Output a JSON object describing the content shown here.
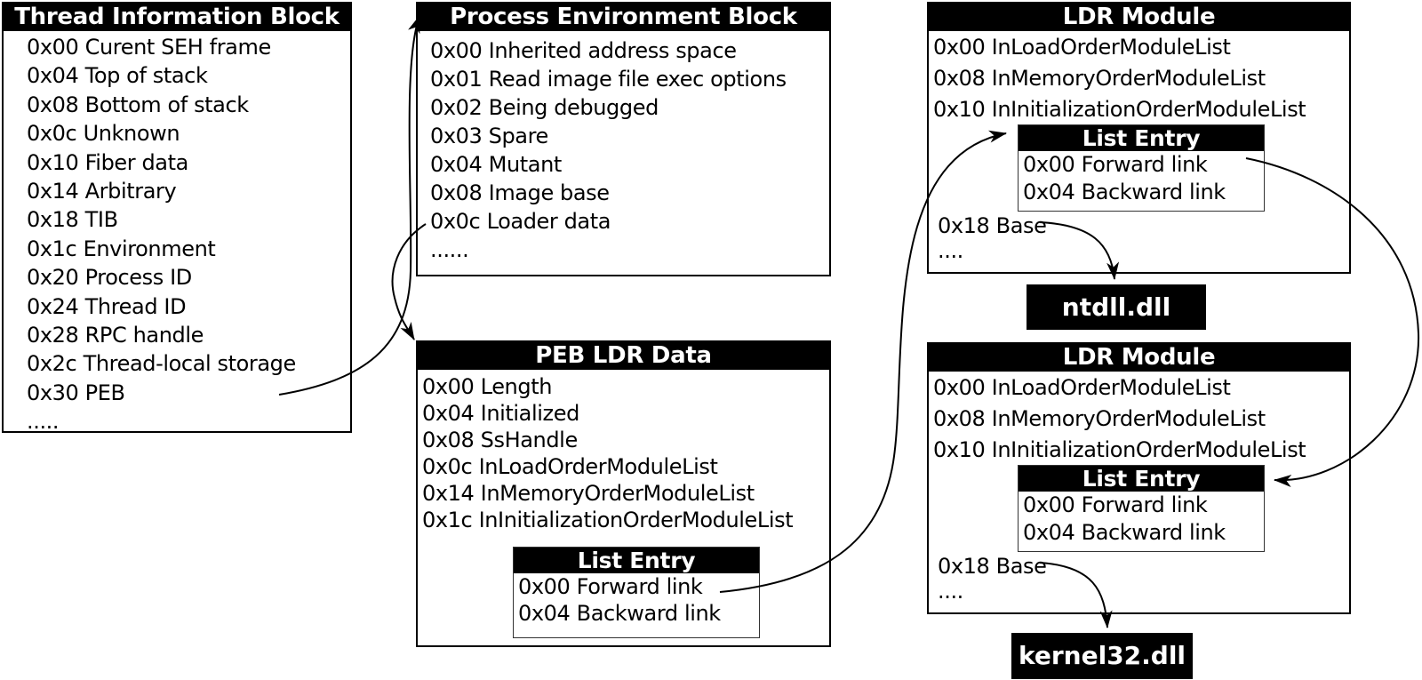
{
  "boxes": {
    "tib": {
      "title": "Thread Information Block",
      "items": [
        "0x00 Curent SEH frame",
        "0x04 Top of stack",
        "0x08 Bottom of stack",
        "0x0c Unknown",
        "0x10 Fiber data",
        "0x14 Arbitrary",
        "0x18 TIB",
        "0x1c Environment",
        "0x20 Process ID",
        "0x24 Thread ID",
        "0x28 RPC handle",
        "0x2c Thread-local storage",
        "0x30 PEB"
      ],
      "ellipsis": "....."
    },
    "peb": {
      "title": "Process Environment Block",
      "items": [
        "0x00 Inherited address space",
        "0x01 Read image file exec options",
        "0x02 Being debugged",
        "0x03 Spare",
        "0x04 Mutant",
        "0x08 Image base",
        "0x0c Loader data"
      ],
      "ellipsis": "......"
    },
    "peb_ldr": {
      "title": "PEB LDR Data",
      "items": [
        "0x00 Length",
        "0x04 Initialized",
        "0x08 SsHandle",
        "0x0c InLoadOrderModuleList",
        "0x14 InMemoryOrderModuleList",
        "0x1c InInitializationOrderModuleList"
      ],
      "list_entry": {
        "title": "List Entry",
        "items": [
          "0x00 Forward link",
          "0x04 Backward link"
        ]
      }
    },
    "ldr_module_1": {
      "title": "LDR Module",
      "items": [
        "0x00 InLoadOrderModuleList",
        "0x08 InMemoryOrderModuleList",
        "0x10 InInitializationOrderModuleList"
      ],
      "list_entry": {
        "title": "List Entry",
        "items": [
          "0x00 Forward link",
          "0x04 Backward link"
        ]
      },
      "base": "0x18 Base",
      "ellipsis": "...."
    },
    "ldr_module_2": {
      "title": "LDR Module",
      "items": [
        "0x00 InLoadOrderModuleList",
        "0x08 InMemoryOrderModuleList",
        "0x10 InInitializationOrderModuleList"
      ],
      "list_entry": {
        "title": "List Entry",
        "items": [
          "0x00 Forward link",
          "0x04 Backward link"
        ]
      },
      "base": "0x18 Base",
      "ellipsis": "...."
    },
    "ntdll": {
      "label": "ntdll.dll"
    },
    "kernel32": {
      "label": "kernel32.dll"
    }
  },
  "colors": {
    "header_bg": "#000000",
    "header_text": "#ffffff",
    "box_bg": "#ffffff",
    "border": "#000000",
    "arrow": "#000000"
  }
}
